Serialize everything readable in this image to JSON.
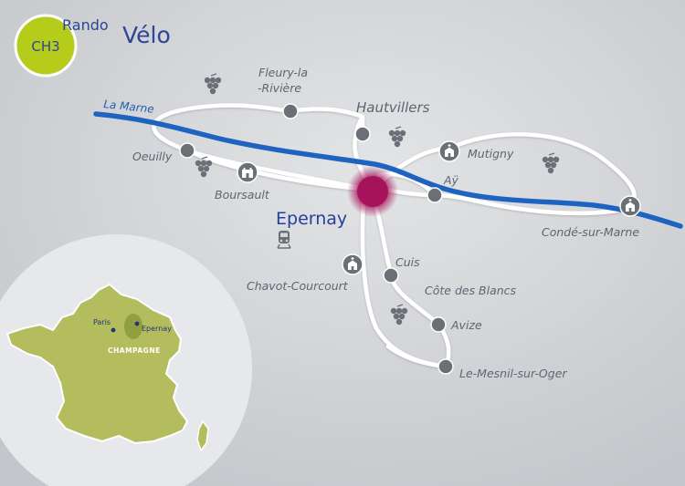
{
  "brand": {
    "badge": "CH3",
    "word1": "Rando",
    "word2": "Vélo"
  },
  "river": {
    "name": "La Marne"
  },
  "hub": {
    "name": "Epernay"
  },
  "places": {
    "fleury": "Fleury-la\n-Rivière",
    "hautvillers": "Hautvillers",
    "oeuilly": "Oeuilly",
    "boursault": "Boursault",
    "mutigny": "Mutigny",
    "ay": "Aÿ",
    "conde": "Condé-sur-Marne",
    "chavot": "Chavot-Courcourt",
    "cuis": "Cuis",
    "cote_blancs": "Côte des Blancs",
    "avize": "Avize",
    "mesnil": "Le-Mesnil-sur-Oger"
  },
  "inset": {
    "paris": "Paris",
    "epernay": "Epernay",
    "region": "CHAMPAGNE"
  },
  "colors": {
    "background": "#cfd1d4",
    "river": "#1f63c0",
    "route": "#ffffff",
    "stop": "#6b7077",
    "hub": "#a6135a",
    "brand": "#2d4596",
    "badge": "#b6cc1b",
    "france": "#b3bd5e",
    "inset_bg": "#e6e8ec"
  },
  "icons": [
    "grape-icon",
    "church-icon",
    "castle-icon",
    "train-icon"
  ]
}
